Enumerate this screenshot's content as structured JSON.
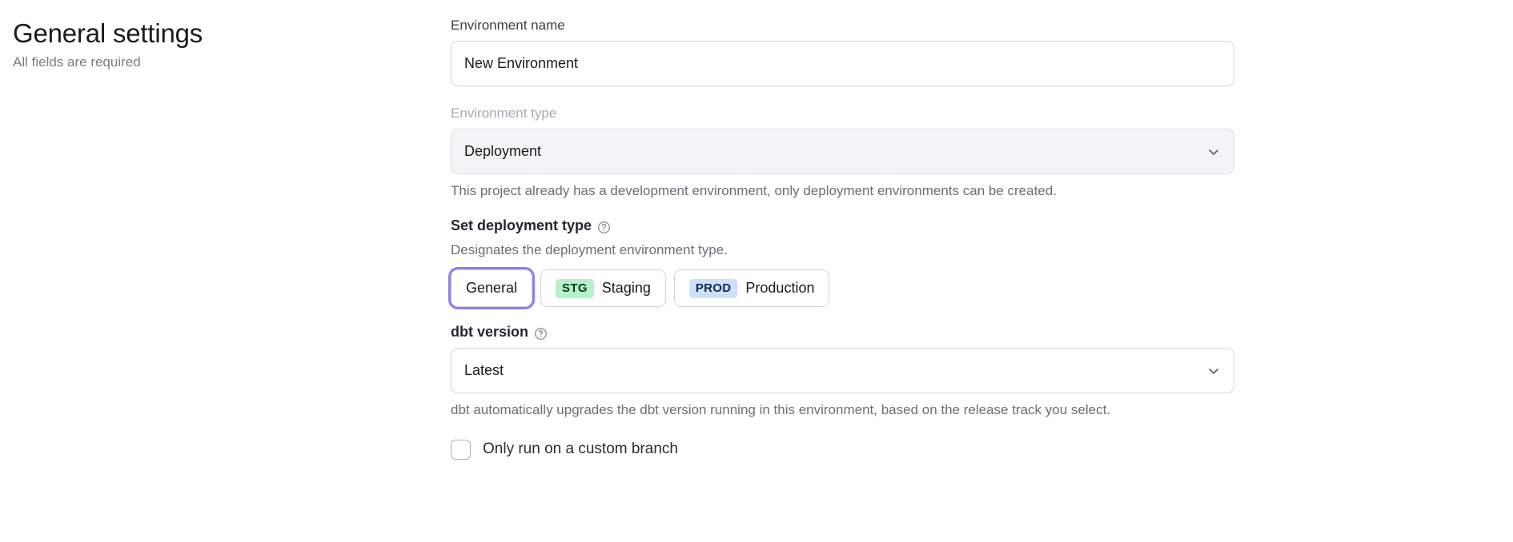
{
  "header": {
    "title": "General settings",
    "subtitle": "All fields are required"
  },
  "form": {
    "environment_name": {
      "label": "Environment name",
      "value": "New Environment",
      "placeholder": "Environment name"
    },
    "environment_type": {
      "label": "Environment type",
      "value": "Deployment",
      "disabled": true,
      "helper": "This project already has a development environment, only deployment environments can be created.",
      "chevron_icon": "chevron-down-icon"
    },
    "deployment_type": {
      "title": "Set deployment type",
      "help_icon": "help-circle-icon",
      "description": "Designates the deployment environment type.",
      "options": [
        {
          "label": "General",
          "badge": "",
          "badge_kind": "none",
          "selected": true
        },
        {
          "label": "Staging",
          "badge": "STG",
          "badge_kind": "stg",
          "selected": false
        },
        {
          "label": "Production",
          "badge": "PROD",
          "badge_kind": "prod",
          "selected": false
        }
      ]
    },
    "dbt_version": {
      "label": "dbt version",
      "help_icon": "help-circle-icon",
      "value": "Latest",
      "helper": "dbt automatically upgrades the dbt version running in this environment, based on the release track you select.",
      "chevron_icon": "chevron-down-icon"
    },
    "custom_branch": {
      "label": "Only run on a custom branch",
      "checked": false
    }
  },
  "colors": {
    "focus_ring": "#8b7ff0",
    "stg_badge_bg": "#b6f2c8",
    "prod_badge_bg": "#ccdffb",
    "border": "#d4d4dc",
    "disabled_bg": "#f4f4f6",
    "muted_text": "#6d6d78"
  }
}
